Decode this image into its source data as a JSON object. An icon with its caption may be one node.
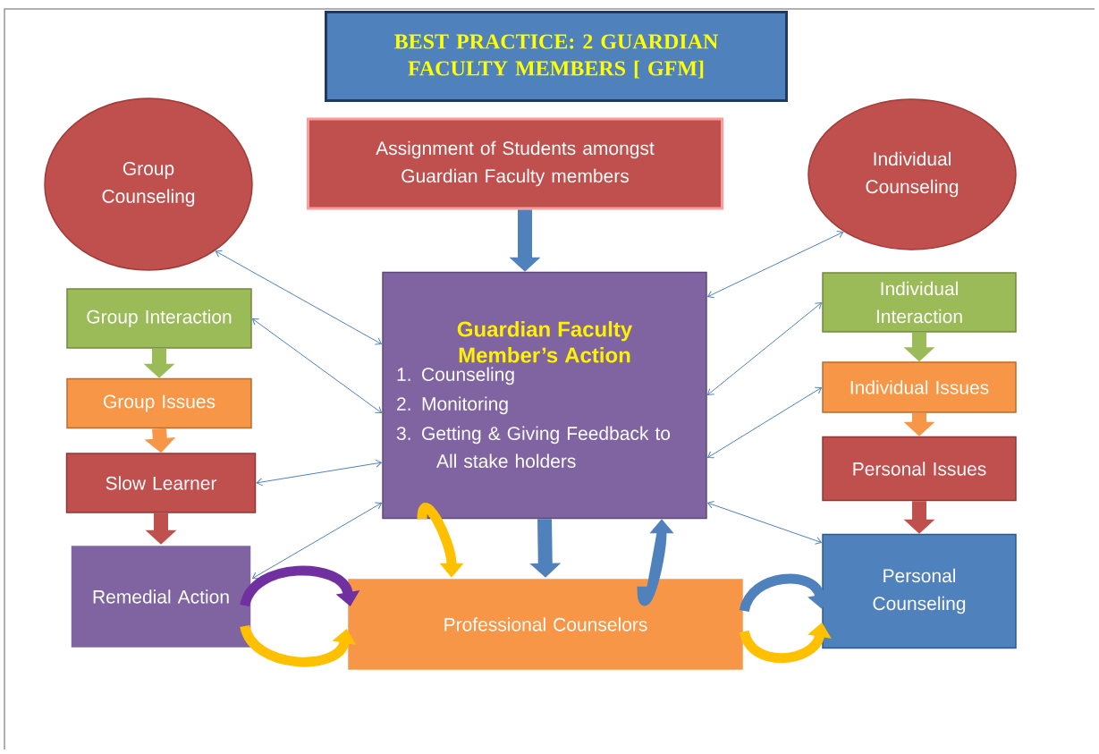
{
  "diagram": {
    "nodes": [
      {
        "text": [
          "BEST PRACTICE:  2 GUARDIAN FACULTY MEMBERS [ GFM]"
        ]
      },
      {
        "text": [
          "Assignment of Students amongst Guardian Faculty members"
        ]
      },
      {
        "text": [
          "Group Counseling"
        ]
      },
      {
        "text": [
          "Individual Counseling"
        ]
      },
      {
        "text": [
          "Guardian Faculty Member’s Action",
          "1. Counseling",
          "2. Monitoring",
          "3. Getting & Giving Feedback to All stake holders"
        ]
      },
      {
        "text": [
          "Group Interaction"
        ]
      },
      {
        "text": [
          "Individual Interaction"
        ]
      },
      {
        "text": [
          "Group Issues"
        ]
      },
      {
        "text": [
          "Individual Issues"
        ]
      },
      {
        "text": [
          "Slow Learner"
        ]
      },
      {
        "text": [
          "Personal Issues"
        ]
      },
      {
        "text": [
          "Remedial Action"
        ]
      },
      {
        "text": [
          "Professional Counselors"
        ]
      },
      {
        "text": [
          "Personal Counseling"
        ]
      }
    ],
    "edges": [
      {
        "from": 1,
        "to": 4,
        "arrow": "to",
        "color": "#4f81bd"
      },
      {
        "from": 2,
        "to": 4,
        "arrow": "both"
      },
      {
        "from": 5,
        "to": 4,
        "arrow": "both"
      },
      {
        "from": 4,
        "to": 9,
        "arrow": "both"
      },
      {
        "from": 11,
        "to": 4,
        "arrow": "both"
      },
      {
        "from": 3,
        "to": 4,
        "arrow": "both"
      },
      {
        "from": 6,
        "to": 4,
        "arrow": "both"
      },
      {
        "from": 8,
        "to": 4,
        "arrow": "both"
      },
      {
        "from": 13,
        "to": 4,
        "arrow": "both"
      },
      {
        "from": 5,
        "to": 7,
        "arrow": "to",
        "color": "#9bbb59"
      },
      {
        "from": 7,
        "to": 9,
        "arrow": "to",
        "color": "#f79646"
      },
      {
        "from": 9,
        "to": 11,
        "arrow": "to",
        "color": "#c0504d"
      },
      {
        "from": 6,
        "to": 8,
        "arrow": "to",
        "color": "#9bbb59"
      },
      {
        "from": 8,
        "to": 10,
        "arrow": "to",
        "color": "#f79646"
      },
      {
        "from": 10,
        "to": 13,
        "arrow": "to",
        "color": "#c0504d"
      },
      {
        "from": 4,
        "to": 12,
        "arrow": "to",
        "color": "#4f81bd"
      },
      {
        "from": 4,
        "to": 12,
        "arrow": "to",
        "color": "#ffc000"
      },
      {
        "from": 12,
        "to": 4,
        "arrow": "to",
        "color": "#4f81bd"
      },
      {
        "from": 11,
        "to": 12,
        "arrow": "to",
        "color": "#7030a0"
      },
      {
        "from": 11,
        "to": 12,
        "arrow": "to",
        "color": "#ffc000"
      },
      {
        "from": 12,
        "to": 13,
        "arrow": "to",
        "color": "#4f81bd"
      },
      {
        "from": 12,
        "to": 13,
        "arrow": "to",
        "color": "#ffc000"
      }
    ]
  }
}
